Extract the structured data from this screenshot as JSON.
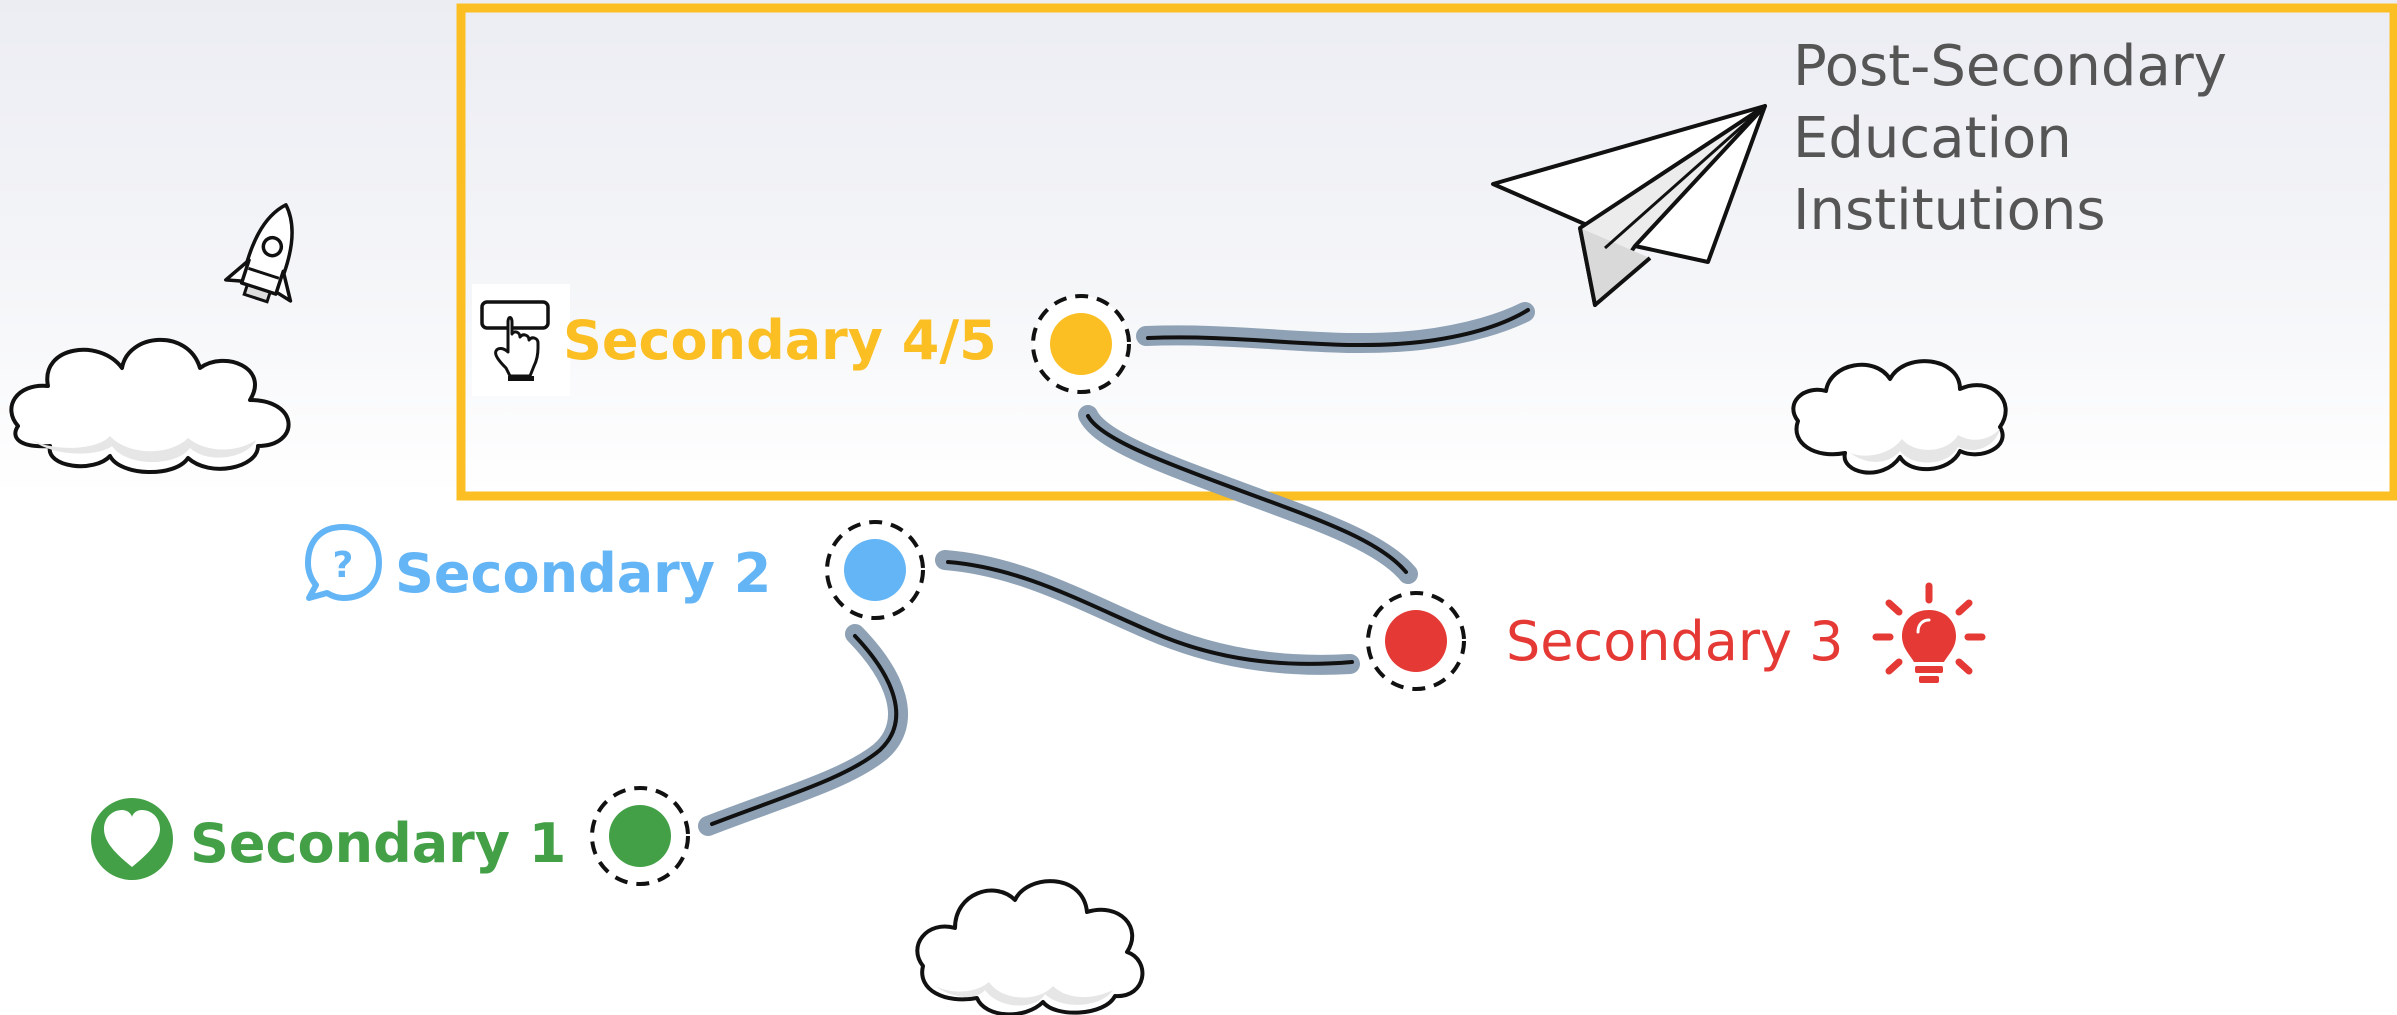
{
  "title_lines": [
    "Post-Secondary",
    "Education",
    "Institutions"
  ],
  "stages": [
    {
      "label": "Secondary 1",
      "color": "#43a047",
      "icon": "heart-icon"
    },
    {
      "label": "Secondary 2",
      "color": "#64b5f6",
      "icon": "question-bubble-icon"
    },
    {
      "label": "Secondary 3",
      "color": "#e53935",
      "icon": "lightbulb-icon"
    },
    {
      "label": "Secondary 4/5",
      "color": "#fbbf24",
      "icon": "click-icon"
    }
  ],
  "colors": {
    "highlight_box": "#fbbf24",
    "path": "#8ea1b5",
    "title_text": "#555555"
  }
}
